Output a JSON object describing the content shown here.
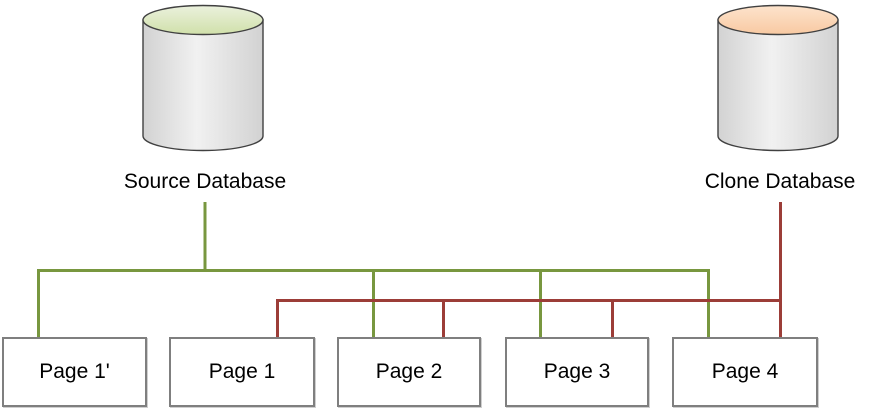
{
  "diagram": {
    "source_database": {
      "label": "Source Database"
    },
    "clone_database": {
      "label": "Clone Database"
    },
    "pages": [
      {
        "label": "Page 1'"
      },
      {
        "label": "Page 1"
      },
      {
        "label": "Page 2"
      },
      {
        "label": "Page 3"
      },
      {
        "label": "Page 4"
      }
    ],
    "connections": {
      "source_to": [
        "Page 1'",
        "Page 2",
        "Page 3",
        "Page 4"
      ],
      "clone_to": [
        "Page 1",
        "Page 2",
        "Page 3",
        "Page 4"
      ]
    },
    "colors": {
      "source_line": "#78973f",
      "clone_line": "#9c3d38",
      "source_top_light": "#ebf1dd",
      "source_top_dark": "#d0e0aa",
      "clone_top_light": "#fde4cd",
      "clone_top_dark": "#f8c9a2",
      "cylinder_body_edge": "#d2d2d2",
      "cylinder_body_center": "#f1f1f1",
      "cylinder_outline": "#404040",
      "page_border": "#7f7f7f",
      "background": "#ffffff"
    }
  }
}
